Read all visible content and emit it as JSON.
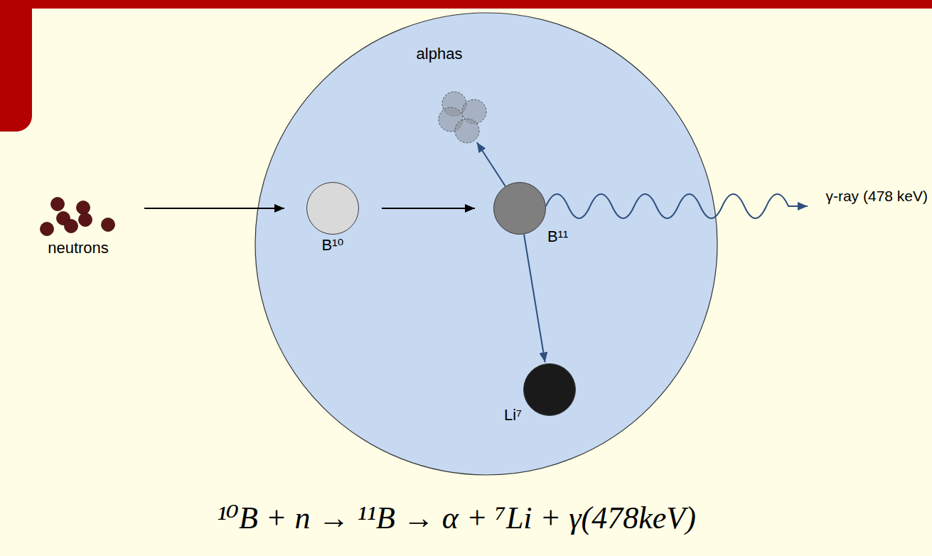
{
  "diagram": {
    "caption": "¹⁰B + n → ¹¹B → α + ⁷Li + γ(478keV)",
    "nodes": [
      {
        "text": [
          "neutrons"
        ]
      },
      {
        "text": [
          "B¹⁰"
        ]
      },
      {
        "text": [
          "alphas"
        ]
      },
      {
        "text": [
          "B¹¹"
        ]
      },
      {
        "text": [
          "Li⁷"
        ]
      }
    ],
    "edges": [
      {
        "from": 0,
        "to": 1,
        "arrow": "to"
      },
      {
        "from": 1,
        "to": 3,
        "arrow": "to"
      },
      {
        "from": 3,
        "to": 2,
        "arrow": "to"
      },
      {
        "from": 3,
        "to": 4,
        "arrow": "to"
      }
    ],
    "labels": [
      "γ-ray (478 keV)"
    ]
  }
}
